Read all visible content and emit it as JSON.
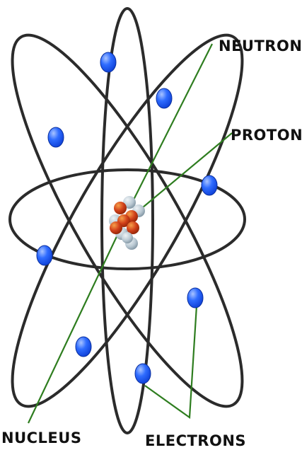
{
  "labels": {
    "neutron": "NEUTRON",
    "proton": "PROTON",
    "nucleus": "NUCLEUS",
    "electrons": "ELECTRONS"
  },
  "colors": {
    "orbit": "#2b2b2b",
    "electron": "#1d5cff",
    "electron_highlight": "#a9c4ff",
    "proton": "#d1401a",
    "proton_highlight": "#f6a04a",
    "neutron": "#b9c8d2",
    "neutron_highlight": "#eef3f6",
    "leader_line": "#2e7d1f",
    "label_text": "#111111",
    "background": "#ffffff"
  }
}
